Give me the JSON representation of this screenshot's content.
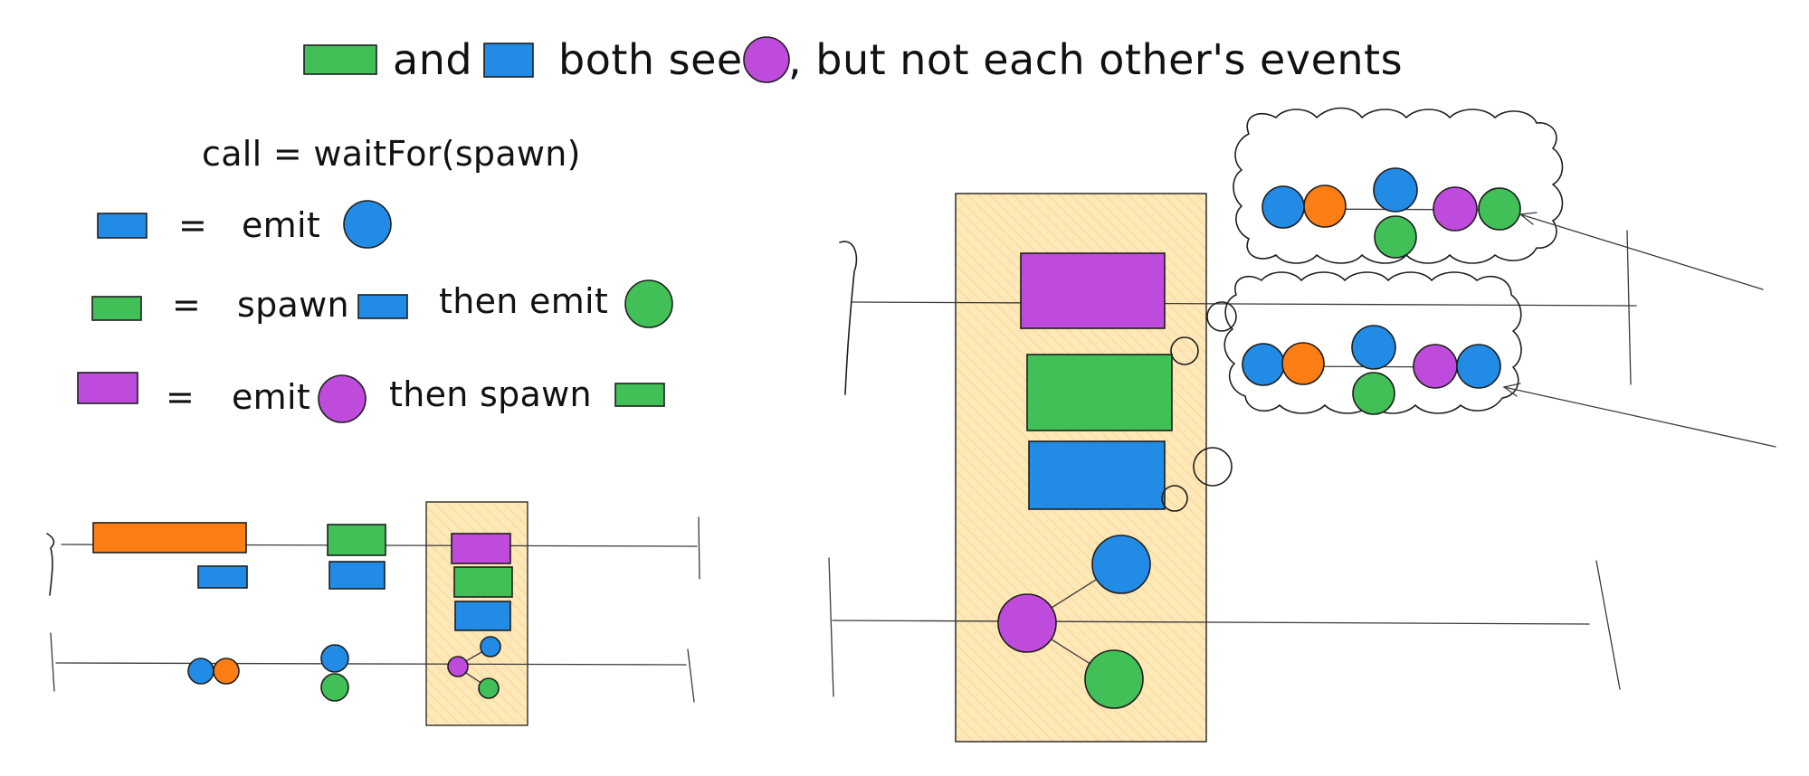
{
  "title": {
    "word_and": "and",
    "word_both_see": "both see",
    "word_rest": ", but not each other's events"
  },
  "legend": {
    "definition": "call = waitFor(spawn)",
    "rows": [
      {
        "eq": "=",
        "verb": "emit",
        "then": ""
      },
      {
        "eq": "=",
        "verb": "spawn",
        "then": "then emit"
      },
      {
        "eq": "=",
        "verb": "emit",
        "then": "then spawn"
      }
    ]
  },
  "colors": {
    "green": "#40c057",
    "blue": "#228be6",
    "purple": "#be4bdb",
    "orange": "#fd7e14",
    "highlight": "#ffe8b8",
    "highlight_stripe": "#f2cf86",
    "ink": "#1e1e1e"
  },
  "icons": {
    "green_box": "green-rectangle",
    "blue_box": "blue-rectangle",
    "purple_box": "purple-rectangle",
    "orange_box": "orange-rectangle",
    "blue_event": "blue-circle",
    "green_event": "green-circle",
    "purple_event": "purple-circle",
    "orange_event": "orange-circle",
    "thought_bubble": "cloud"
  }
}
